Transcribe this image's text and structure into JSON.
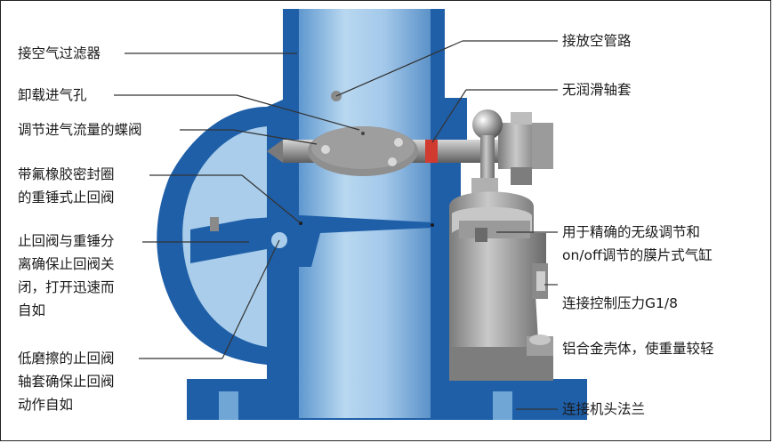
{
  "labels_left": [
    {
      "id": "air-filter",
      "text": "接空气过滤器"
    },
    {
      "id": "unload-inlet-hole",
      "text": "卸载进气孔"
    },
    {
      "id": "butterfly-valve",
      "text": "调节进气流量的蝶阀"
    },
    {
      "id": "weighted-check-valve",
      "lines": [
        "带氟橡胶密封圈",
        "的重锤式止回阀"
      ]
    },
    {
      "id": "separation-note",
      "lines": [
        "止回阀与重锤分",
        "离确保止回阀关",
        "闭，打开迅速而",
        "自如"
      ]
    },
    {
      "id": "low-wear-bushing",
      "lines": [
        "低磨擦的止回阀",
        "轴套确保止回阀",
        "动作自如"
      ]
    }
  ],
  "labels_right": [
    {
      "id": "vent-pipe",
      "text": "接放空管路"
    },
    {
      "id": "oilless-bushing",
      "text": "无润滑轴套"
    },
    {
      "id": "diaphragm-cylinder",
      "lines": [
        "用于精确的无级调节和",
        "on/off调节的膜片式气缸"
      ]
    },
    {
      "id": "control-pressure",
      "text": "连接控制压力G1/8"
    },
    {
      "id": "aluminum-housing",
      "text": "铝合金壳体，使重量较轻"
    },
    {
      "id": "flange",
      "text": "连接机头法兰"
    }
  ],
  "colors": {
    "body_blue": "#1f5fa8",
    "bore_light": "#a9cdea",
    "bore_mid": "#6fa6d6",
    "steel_gray": "#8f8f8f",
    "seal_red": "#d13a2e"
  }
}
